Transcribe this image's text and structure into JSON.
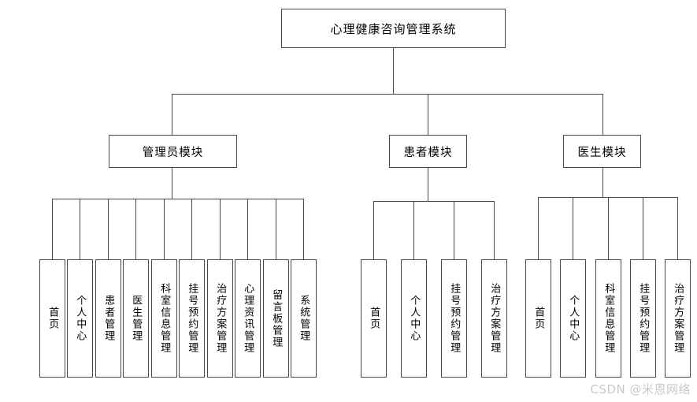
{
  "diagram": {
    "type": "organization-tree",
    "title": "心理健康咨询管理系统",
    "root": {
      "label": "心理健康咨询管理系统"
    },
    "modules": [
      {
        "id": "admin",
        "label": "管理员模块",
        "children": [
          {
            "label": "首页"
          },
          {
            "label": "个人中心"
          },
          {
            "label": "患者管理"
          },
          {
            "label": "医生管理"
          },
          {
            "label": "科室信息管理"
          },
          {
            "label": "挂号预约管理"
          },
          {
            "label": "治疗方案管理"
          },
          {
            "label": "心理资讯管理"
          },
          {
            "label": "留言板管理"
          },
          {
            "label": "系统管理"
          }
        ]
      },
      {
        "id": "patient",
        "label": "患者模块",
        "children": [
          {
            "label": "首页"
          },
          {
            "label": "个人中心"
          },
          {
            "label": "挂号预约管理"
          },
          {
            "label": "治疗方案管理"
          }
        ]
      },
      {
        "id": "doctor",
        "label": "医生模块",
        "children": [
          {
            "label": "首页"
          },
          {
            "label": "个人中心"
          },
          {
            "label": "科室信息管理"
          },
          {
            "label": "挂号预约管理"
          },
          {
            "label": "治疗方案管理"
          }
        ]
      }
    ],
    "watermark": "CSDN @米恩网络",
    "colors": {
      "line": "#4a4a4a",
      "box_border": "#4a4a4a",
      "background": "#ffffff",
      "text": "#000000",
      "watermark": "#c9c9c9"
    }
  }
}
